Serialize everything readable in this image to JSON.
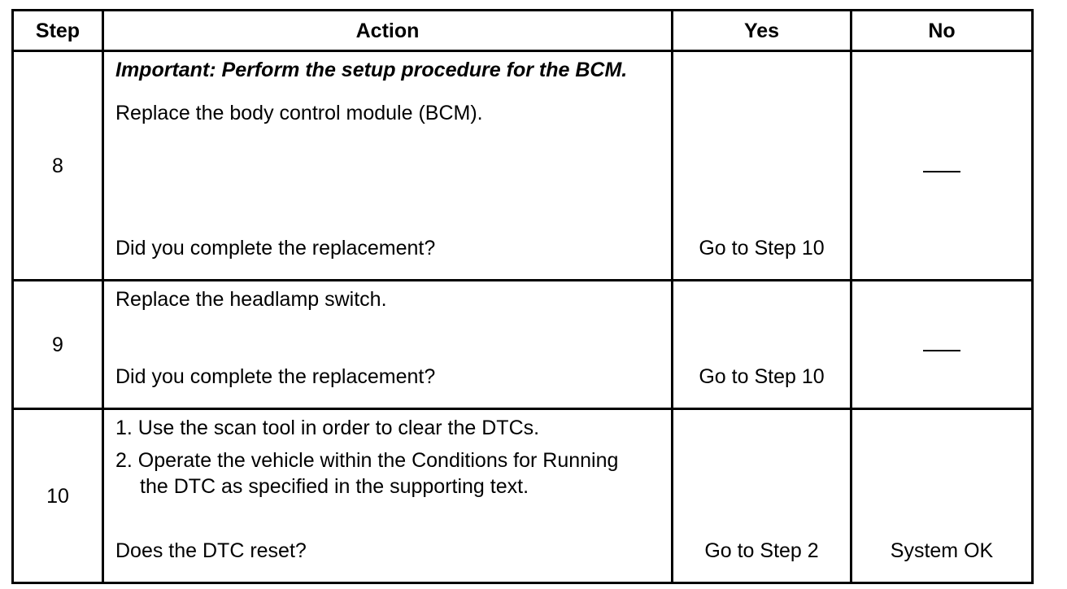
{
  "headers": {
    "step": "Step",
    "action": "Action",
    "yes": "Yes",
    "no": "No"
  },
  "rows": [
    {
      "step": "8",
      "important": "Important: Perform the setup procedure for the BCM.",
      "instruction": "Replace the body control module (BCM).",
      "question": "Did you complete the replacement?",
      "yes": "Go to Step 10",
      "no": "—"
    },
    {
      "step": "9",
      "instruction": "Replace the headlamp switch.",
      "question": "Did you complete the replacement?",
      "yes": "Go to Step 10",
      "no": "—"
    },
    {
      "step": "10",
      "list": [
        "1. Use the scan tool in order to clear the DTCs.",
        "2. Operate the vehicle within the Conditions for Running the DTC as specified in the supporting text."
      ],
      "question": "Does the DTC reset?",
      "yes": "Go to Step 2",
      "no": "System OK"
    }
  ]
}
